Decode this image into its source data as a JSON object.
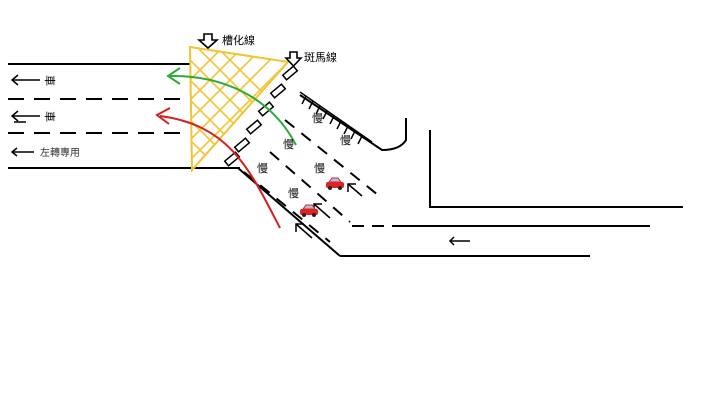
{
  "labels": {
    "channelization": "槽化線",
    "crosswalk": "斑馬線",
    "slow": "慢",
    "left_lane_text": "車",
    "bus_lane_text": "左轉專用"
  },
  "colors": {
    "road_line": "#000000",
    "hatch_yellow": "#f2c430",
    "arrow_green": "#2faa3a",
    "arrow_red": "#d42020",
    "car_red": "#e02222"
  },
  "icons": [
    "down-arrow-icon",
    "left-arrow-icon",
    "car-icon"
  ]
}
